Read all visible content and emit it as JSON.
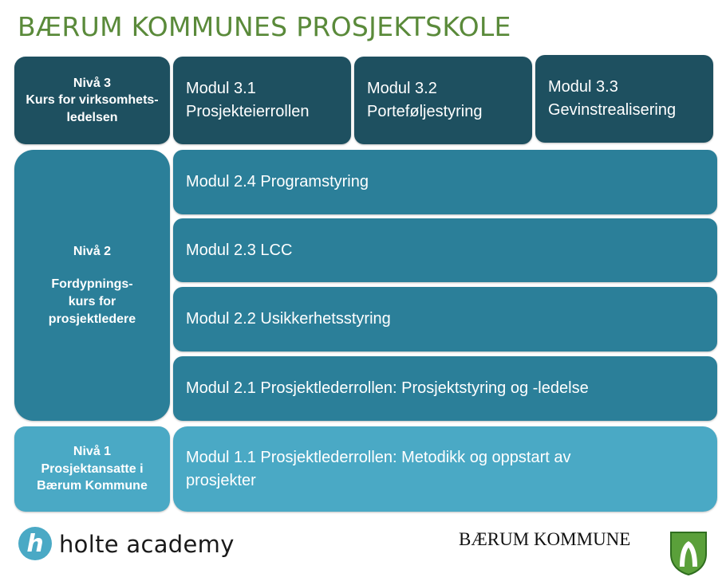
{
  "title": "BÆRUM KOMMUNES PROSJEKTSKOLE",
  "levels": [
    {
      "id": "niva3",
      "lines": [
        "Nivå 3",
        "Kurs for virksomhets-",
        "ledelsen"
      ]
    },
    {
      "id": "niva2",
      "lines": [
        "Nivå 2",
        "Fordypnings-",
        "kurs for",
        "prosjektledere"
      ]
    },
    {
      "id": "niva1",
      "lines": [
        "Nivå 1",
        "Prosjektansatte i",
        "Bærum Kommune"
      ]
    }
  ],
  "modules": {
    "m31": {
      "line1": "Modul 3.1",
      "line2": "Prosjekteierrollen"
    },
    "m32": {
      "line1": "Modul 3.2",
      "line2": "Porteføljestyring"
    },
    "m33": {
      "line1": "Modul 3.3",
      "line2": "Gevinstrealisering"
    },
    "m24": "Modul 2.4 Programstyring",
    "m23": "Modul 2.3 LCC",
    "m22": "Modul 2.2 Usikkerhetsstyring",
    "m21": "Modul 2.1 Prosjektlederrollen: Prosjektstyring og -ledelse",
    "m11": {
      "line1": "Modul 1.1 Prosjektlederrollen: Metodikk og oppstart av",
      "line2": "prosjekter"
    }
  },
  "logos": {
    "holte_text": "holte academy",
    "holte_letter": "h",
    "baerum_text": "BÆRUM KOMMUNE"
  },
  "colors": {
    "title": "#5a8a3a",
    "level3": "#1e5060",
    "level2": "#2b7f99",
    "level1": "#4aa9c5"
  }
}
